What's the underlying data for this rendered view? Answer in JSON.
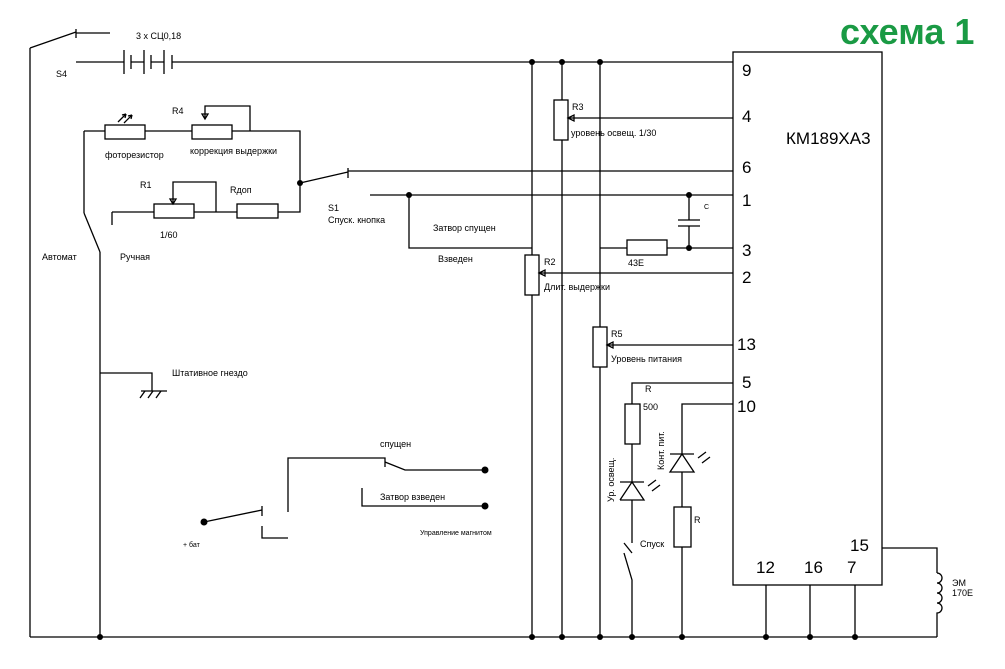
{
  "title": {
    "text": "схема 1",
    "color": "#1a9a44"
  },
  "chip": {
    "name": "КМ189ХА3",
    "pins": {
      "p9": "9",
      "p4": "4",
      "p6": "6",
      "p1": "1",
      "p3": "3",
      "p2": "2",
      "p13": "13",
      "p5": "5",
      "p10": "10",
      "p15": "15",
      "p12": "12",
      "p16": "16",
      "p7": "7"
    }
  },
  "labels": {
    "battery": "3 х СЦ0,18",
    "s4": "S4",
    "r4": "R4",
    "photoresistor": "фоторезистор",
    "exposure_correction": "коррекция выдержки",
    "r1": "R1",
    "rdop": "Rдоп",
    "r1_value": "1/60",
    "auto": "Автомат",
    "manual": "Ручная",
    "s1": "S1",
    "shutter_button": "Спуск. кнопка",
    "shutter_released": "Затвор спущен",
    "cocked": "Взведен",
    "r3": "R3",
    "light_level_130": "уровень освещ. 1/30",
    "c": "C",
    "r_43e": "43Е",
    "r2": "R2",
    "exposure_length": "Длит. выдержки",
    "r5": "R5",
    "power_level": "Уровень питания",
    "r_top": "R",
    "r_500": "500",
    "light_level_vertical": "Ур. освещ.",
    "power_check_vertical": "Конт. пит.",
    "r_bottom": "R",
    "release": "Спуск",
    "tripod_socket": "Штативное гнездо",
    "released": "спущен",
    "shutter_cocked": "Затвор взведен",
    "plus_bat": "+ бат",
    "magnet_control": "Управление магнитом",
    "em": "ЭМ",
    "em_170e": "170Е"
  }
}
